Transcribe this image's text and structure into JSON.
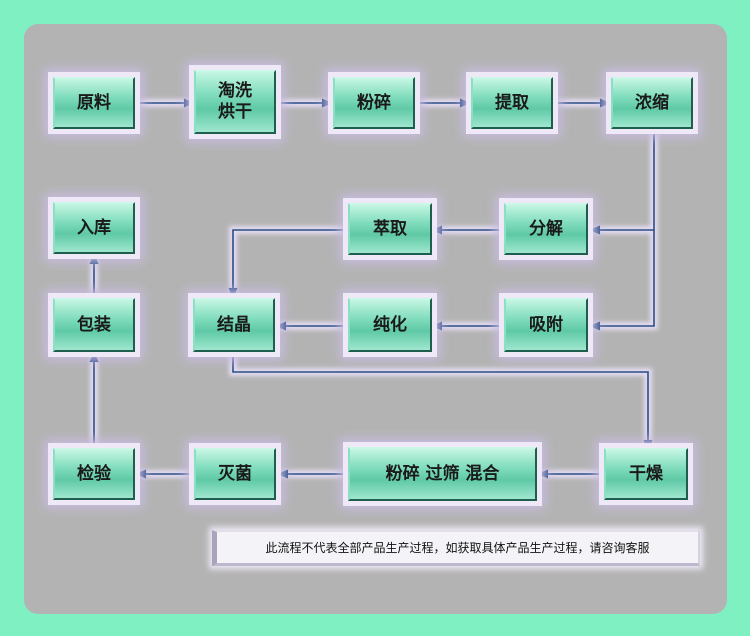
{
  "nodes": {
    "raw_material": "原料",
    "wash_dry": "淘洗\n烘干",
    "crush1": "粉碎",
    "extract": "提取",
    "concentrate": "浓缩",
    "decompose": "分解",
    "extraction": "萃取",
    "adsorb": "吸附",
    "purify": "纯化",
    "crystallize": "结晶",
    "dry": "干燥",
    "crush_sieve_mix": "粉碎  过筛  混合",
    "sterilize": "灭菌",
    "inspect": "检验",
    "package": "包装",
    "store": "入库"
  },
  "note": "此流程不代表全部产品生产过程，如获取具体产品生产过程，请咨询客服",
  "colors": {
    "background": "#7ff0c2",
    "panel": "#b3b3b3",
    "box_fill": "#6fd3b1",
    "connector": "#2a4d86",
    "glow": "#d8cdea"
  }
}
